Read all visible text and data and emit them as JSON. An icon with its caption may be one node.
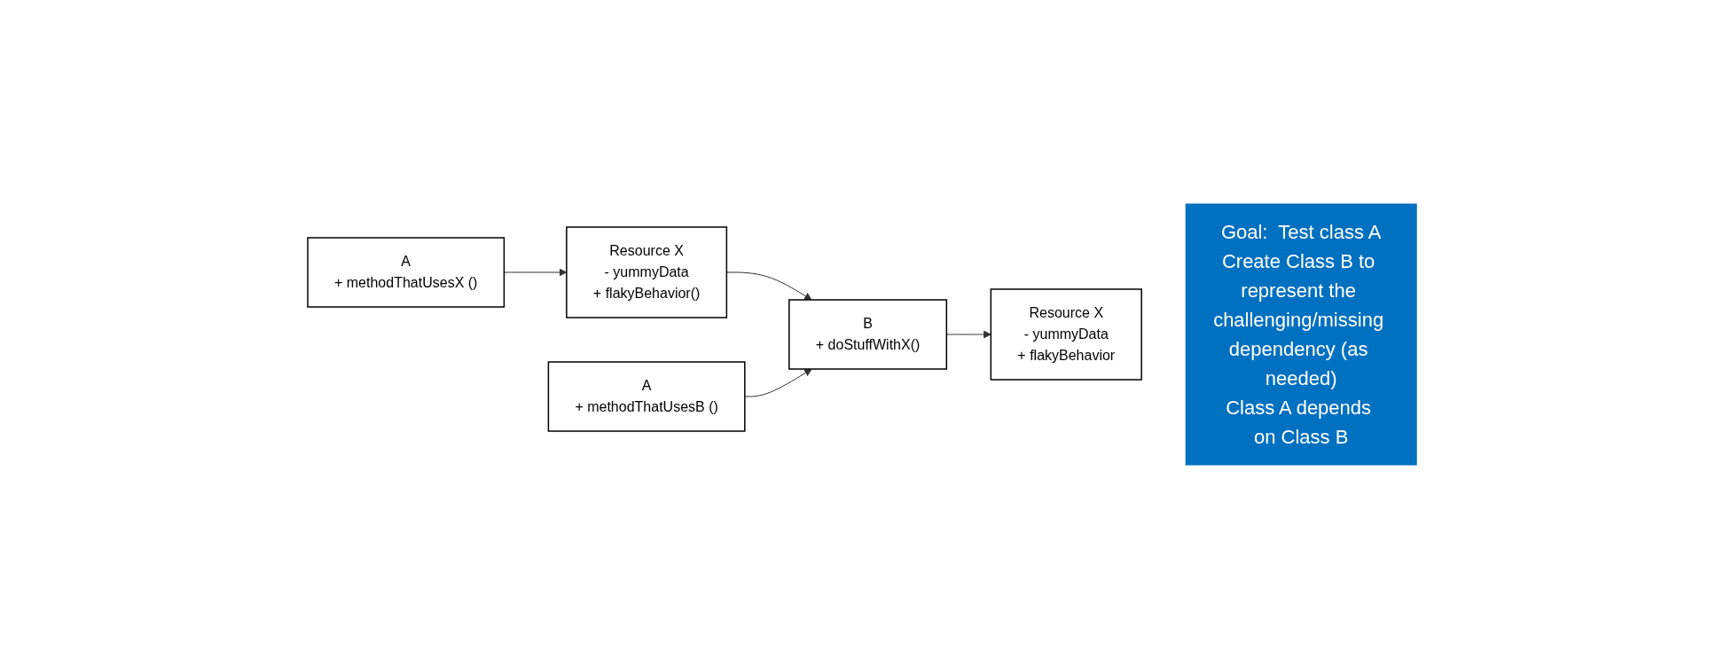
{
  "diagram": {
    "nodes": [
      {
        "text": [
          "A",
          "+ methodThatUsesX ()"
        ]
      },
      {
        "text": [
          "Resource X",
          "- yummyData",
          "+ flakyBehavior()"
        ]
      },
      {
        "text": [
          "A",
          "+ methodThatUsesB ()"
        ]
      },
      {
        "text": [
          "B",
          "+ doStuffWithX()"
        ]
      },
      {
        "text": [
          "Resource X",
          "- yummyData",
          "+ flakyBehavior"
        ]
      },
      {
        "text": [
          "Goal:  Test class A",
          "Create Class B to represent the challenging/missing dependency (as needed)",
          "Class A depends on Class B"
        ]
      }
    ],
    "edges": [
      {
        "from": 0,
        "to": 1,
        "arrow": "to"
      },
      {
        "from": 1,
        "to": 3,
        "arrow": "to"
      },
      {
        "from": 2,
        "to": 3,
        "arrow": "to"
      },
      {
        "from": 3,
        "to": 4,
        "arrow": "to"
      }
    ]
  }
}
